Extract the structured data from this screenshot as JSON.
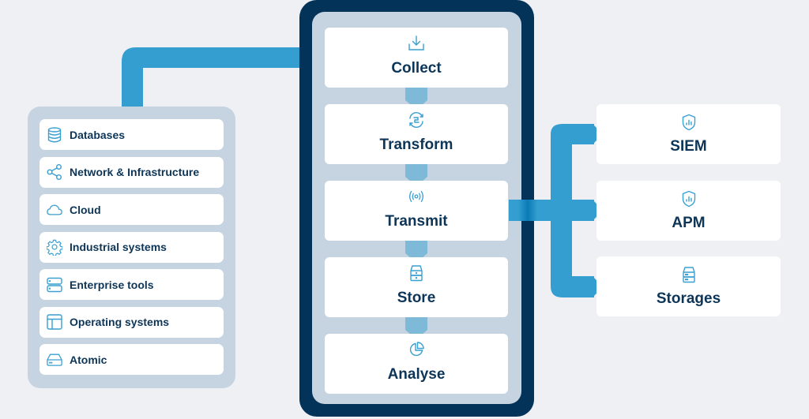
{
  "diagram": {
    "title": "Data pipeline: sources → Collect / Transform / Transmit / Store / Analyse → destinations",
    "colors": {
      "background": "#eef0f4",
      "panel": "#c5d4e0",
      "frame": "#04335a",
      "arrow": "#339ecf",
      "connector": "#7fb9d8",
      "icon": "#3a9fd1",
      "text": "#0d3557"
    }
  },
  "sources": {
    "items": [
      {
        "label": "Databases",
        "icon": "database-icon"
      },
      {
        "label": "Network & Infrastructure",
        "icon": "share-network-icon"
      },
      {
        "label": "Cloud",
        "icon": "cloud-icon"
      },
      {
        "label": "Industrial systems",
        "icon": "gear-icon"
      },
      {
        "label": "Enterprise tools",
        "icon": "server-icon"
      },
      {
        "label": "Operating systems",
        "icon": "layout-window-icon"
      },
      {
        "label": "Atomic",
        "icon": "drive-icon"
      }
    ]
  },
  "pipeline": {
    "stages": [
      {
        "label": "Collect",
        "icon": "download-tray-icon"
      },
      {
        "label": "Transform",
        "icon": "transform-cycle-icon"
      },
      {
        "label": "Transmit",
        "icon": "broadcast-icon"
      },
      {
        "label": "Store",
        "icon": "storage-stack-icon"
      },
      {
        "label": "Analyse",
        "icon": "pie-chart-icon"
      }
    ]
  },
  "destinations": {
    "items": [
      {
        "label": "SIEM",
        "icon": "shield-chart-icon"
      },
      {
        "label": "APM",
        "icon": "shield-chart-icon"
      },
      {
        "label": "Storages",
        "icon": "storage-stack-icon"
      }
    ]
  }
}
